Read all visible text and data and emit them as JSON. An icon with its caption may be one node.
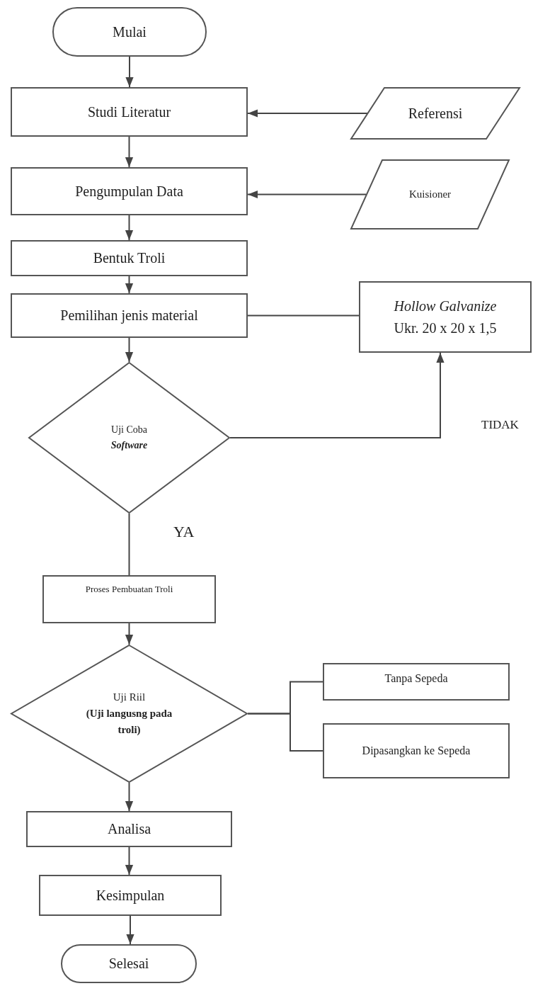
{
  "diagram": {
    "nodes": [
      {
        "text": [
          "Mulai"
        ]
      },
      {
        "text": [
          "Studi Literatur"
        ]
      },
      {
        "text": [
          "Referensi"
        ]
      },
      {
        "text": [
          "Pengumpulan Data"
        ]
      },
      {
        "text": [
          "Kuisioner"
        ]
      },
      {
        "text": [
          "Bentuk Troli"
        ]
      },
      {
        "text": [
          "Pemilihan jenis material"
        ]
      },
      {
        "text": [
          "Hollow Galvanize",
          "Ukr. 20 x 20 x 1,5"
        ]
      },
      {
        "text": [
          "Uji Coba",
          "Software"
        ]
      },
      {
        "text": [
          "Proses Pembuatan Troli"
        ]
      },
      {
        "text": [
          "Uji Riil",
          "(Uji langusng pada troli)"
        ]
      },
      {
        "text": [
          "Tanpa Sepeda"
        ]
      },
      {
        "text": [
          "Dipasangkan ke Sepeda"
        ]
      },
      {
        "text": [
          "Analisa"
        ]
      },
      {
        "text": [
          "Kesimpulan"
        ]
      },
      {
        "text": [
          "Selesai"
        ]
      }
    ],
    "edges": [
      {
        "from": 0,
        "to": 1,
        "arrow": "to"
      },
      {
        "from": 2,
        "to": 1,
        "arrow": "to"
      },
      {
        "from": 1,
        "to": 3,
        "arrow": "to"
      },
      {
        "from": 4,
        "to": 3,
        "arrow": "to"
      },
      {
        "from": 3,
        "to": 5,
        "arrow": "to"
      },
      {
        "from": 5,
        "to": 6,
        "arrow": "to"
      },
      {
        "from": 6,
        "to": 7,
        "arrow": "none"
      },
      {
        "from": 6,
        "to": 8,
        "arrow": "to"
      },
      {
        "from": 8,
        "to": 7,
        "arrow": "to",
        "label": "TIDAK"
      },
      {
        "from": 8,
        "to": 9,
        "arrow": "none",
        "label": "YA"
      },
      {
        "from": 9,
        "to": 10,
        "arrow": "to"
      },
      {
        "from": 10,
        "to": 11,
        "arrow": "none"
      },
      {
        "from": 10,
        "to": 12,
        "arrow": "none"
      },
      {
        "from": 10,
        "to": 13,
        "arrow": "to"
      },
      {
        "from": 13,
        "to": 14,
        "arrow": "to"
      },
      {
        "from": 14,
        "to": 15,
        "arrow": "to"
      }
    ]
  }
}
